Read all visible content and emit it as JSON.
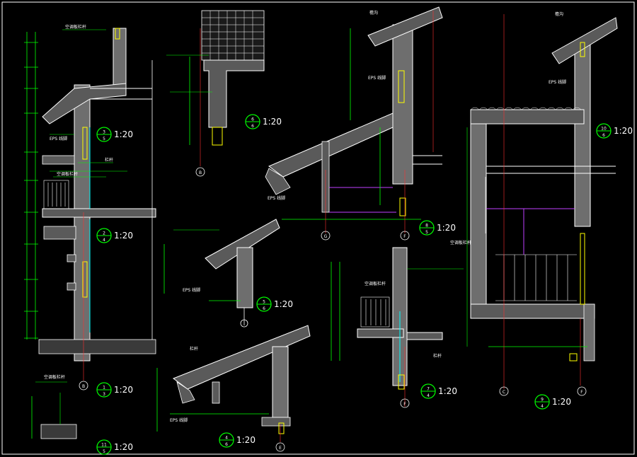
{
  "palette": {
    "background": "#000000",
    "wall": "#ffffff",
    "dimension": "#00ff00",
    "axis": "#ff3030",
    "hatch": "#c0c0c0",
    "fill": "#7f7f7f",
    "detail": "#ffff00",
    "cyan": "#00ffff",
    "magenta": "#c040ff"
  },
  "details": [
    {
      "id": "d3-5",
      "num": "3",
      "sheet": "5",
      "scale": "1:20"
    },
    {
      "id": "d2-4",
      "num": "2",
      "sheet": "4",
      "scale": "1:20"
    },
    {
      "id": "d6-6",
      "num": "6",
      "sheet": "6",
      "scale": "1:20"
    },
    {
      "id": "d10-6",
      "num": "10",
      "sheet": "6",
      "scale": "1:20"
    },
    {
      "id": "d8-5",
      "num": "8",
      "sheet": "5",
      "scale": "1:20"
    },
    {
      "id": "d5-6",
      "num": "5",
      "sheet": "6",
      "scale": "1:20"
    },
    {
      "id": "d7-4",
      "num": "7",
      "sheet": "4",
      "scale": "1:20"
    },
    {
      "id": "d1-3",
      "num": "1",
      "sheet": "3",
      "scale": "1:20"
    },
    {
      "id": "d4-6",
      "num": "4",
      "sheet": "6",
      "scale": "1:20"
    },
    {
      "id": "d9-4",
      "num": "9",
      "sheet": "4",
      "scale": "1:20"
    },
    {
      "id": "d11-5",
      "num": "11",
      "sheet": "5",
      "scale": "1:20"
    }
  ],
  "axes": [
    {
      "id": "axis-b-1",
      "label": "B"
    },
    {
      "id": "axis-b-2",
      "label": "B"
    },
    {
      "id": "axis-g",
      "label": "G"
    },
    {
      "id": "axis-f-1",
      "label": "F"
    },
    {
      "id": "axis-f-2",
      "label": "F"
    },
    {
      "id": "axis-c",
      "label": "C"
    },
    {
      "id": "axis-f-3",
      "label": "F"
    },
    {
      "id": "axis-e",
      "label": "E"
    }
  ],
  "notes": {
    "eps": "EPS 线脚",
    "ac": "空调板栏杆",
    "railing": "栏杆",
    "gutter": "檐沟"
  }
}
